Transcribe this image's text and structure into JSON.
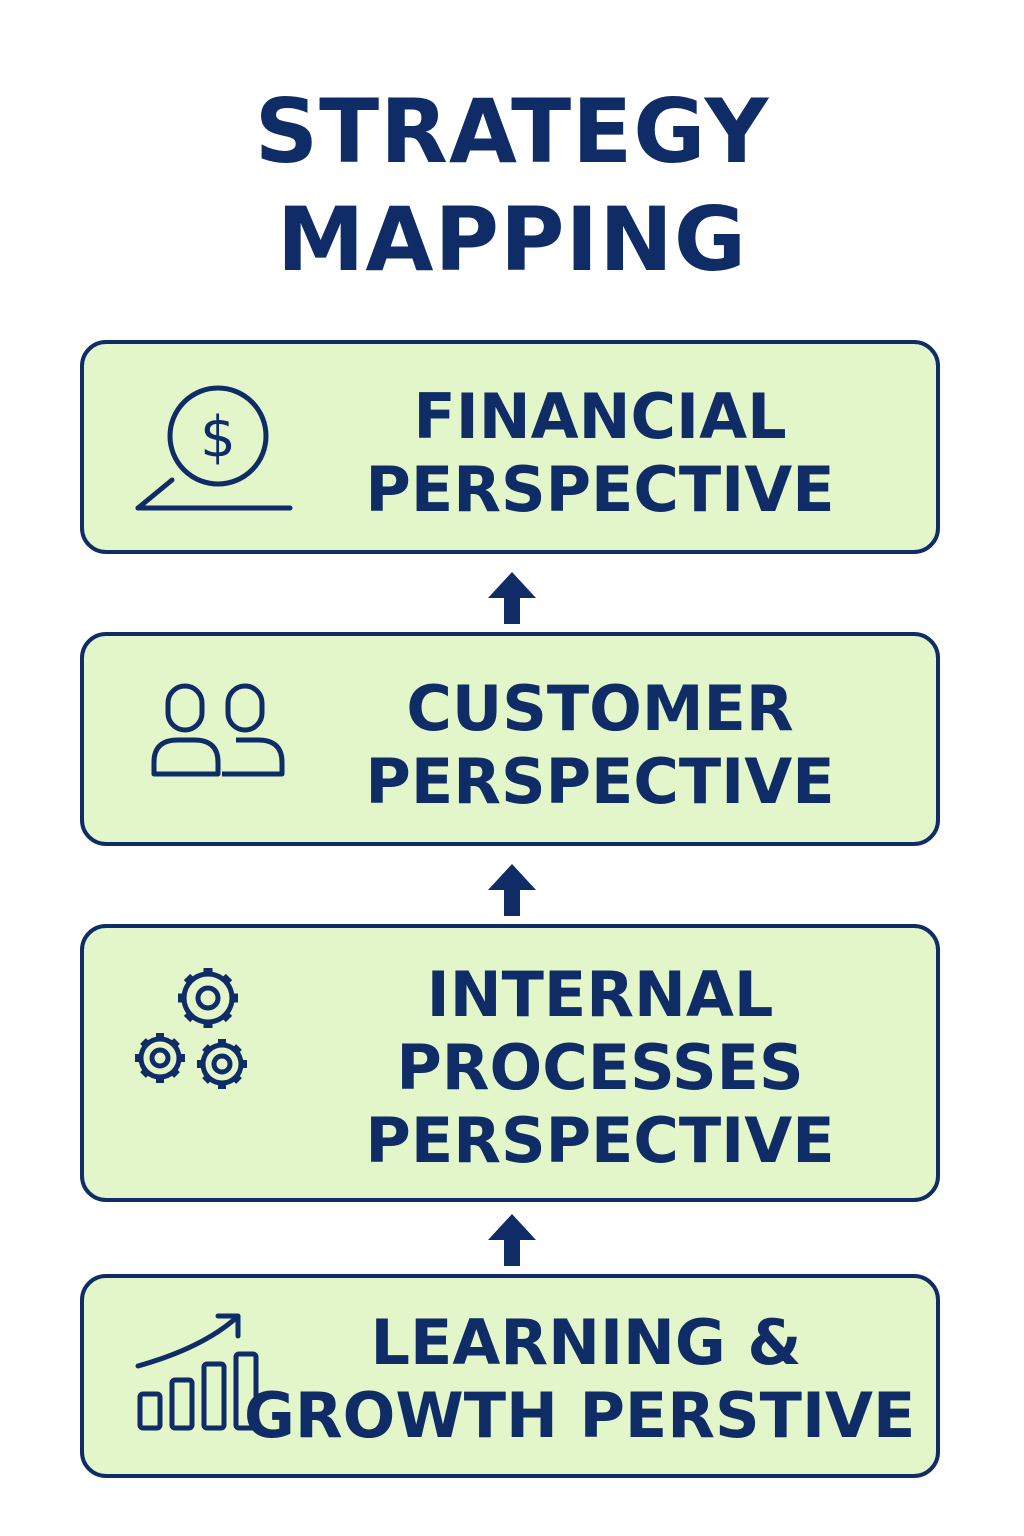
{
  "title": {
    "line1": "STRATEGY",
    "line2": "MAPPING"
  },
  "colors": {
    "navy": "#0f2c66",
    "box_fill": "#e2f6c9",
    "background": "#ffffff"
  },
  "perspectives": [
    {
      "icon": "dollar-coin-icon",
      "lines": [
        "FINANCIAL",
        "PERSPECTIVE"
      ]
    },
    {
      "icon": "people-icon",
      "lines": [
        "CUSTOMER",
        "PERSPECTIVE"
      ]
    },
    {
      "icon": "gears-icon",
      "lines": [
        "INTERNAL",
        "PROCESSES",
        "PERSPECTIVE"
      ]
    },
    {
      "icon": "growth-chart-icon",
      "lines": [
        "LEARNING &",
        "GROWTH PERSTIVE"
      ]
    }
  ]
}
